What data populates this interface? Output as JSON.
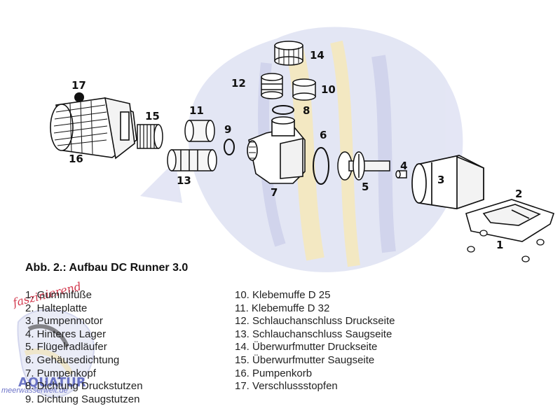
{
  "figure": {
    "caption": "Abb. 2.: Aufbau DC Runner 3.0",
    "callouts": [
      "1",
      "2",
      "3",
      "4",
      "5",
      "6",
      "7",
      "8",
      "9",
      "10",
      "11",
      "12",
      "13",
      "14",
      "15",
      "16",
      "17"
    ]
  },
  "legend": {
    "left": [
      "1. Gummifüße",
      "2. Halteplatte",
      "3. Pumpenmotor",
      "4. Hinteres Lager",
      "5. Flügelradläufer",
      "6. Gehäusedichtung",
      "7. Pumpenkopf",
      "8. Dichtung Druckstutzen",
      "9. Dichtung Saugstutzen"
    ],
    "right": [
      "10. Klebemuffe D 25",
      "11. Klebemuffe D 32",
      "12. Schlauchanschluss Druckseite",
      "13. Schlauchanschluss Saugseite",
      "14. Überwurfmutter Druckseite",
      "15. Überwurfmutter Saugseite",
      "16. Pumpenkorb",
      "17. Verschlussstopfen"
    ]
  },
  "watermark": {
    "script_text": "faszinierend",
    "brand": "AQUATUR",
    "url": "meerwasserwelt.de"
  },
  "colors": {
    "watermark_blue": "#c9cde9",
    "watermark_yellow": "#f1e4b8",
    "ink": "#111111",
    "logo_red": "#d23a4e",
    "logo_blue": "#4b56b8"
  }
}
